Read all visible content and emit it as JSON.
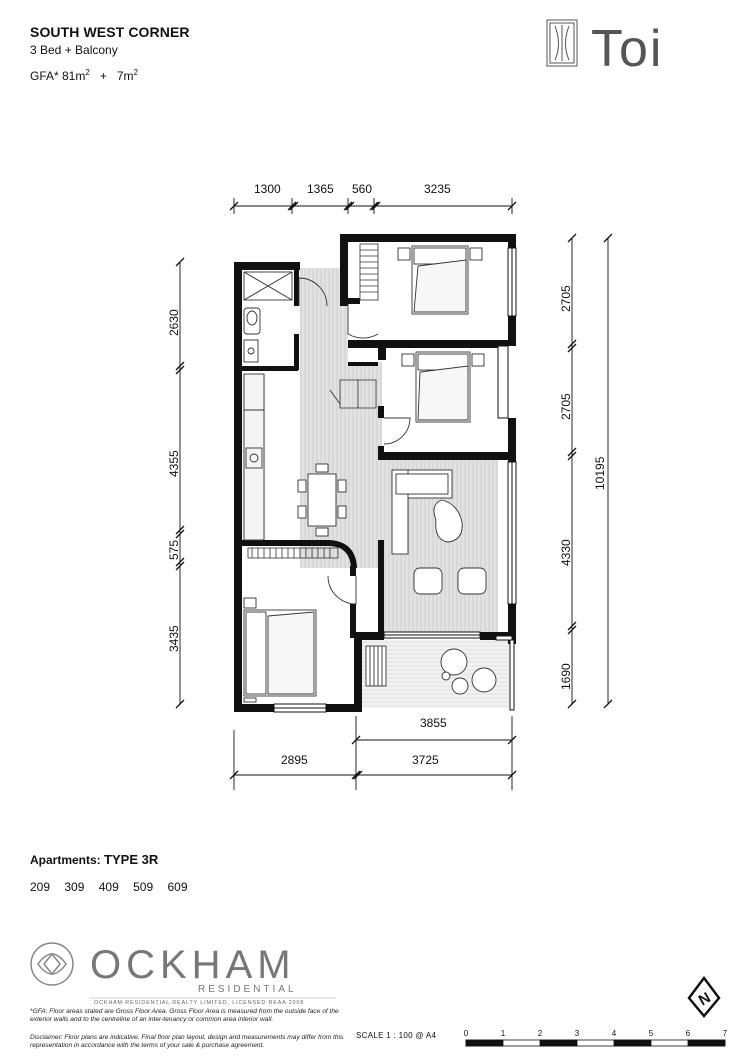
{
  "header": {
    "title": "SOUTH WEST CORNER",
    "subtitle": "3 Bed + Balcony",
    "gfa_label": "GFA* 81m",
    "gfa_plus": "+",
    "balcony_area": "7m"
  },
  "brand": {
    "name": "Toi"
  },
  "dimensions": {
    "top": [
      "1300",
      "1365",
      "560",
      "3235"
    ],
    "left": [
      "2630",
      "4355",
      "575",
      "3435"
    ],
    "right": [
      "2705",
      "2705",
      "4330",
      "1690"
    ],
    "right_total": "10195",
    "balcony_width": "3855",
    "bottom": [
      "2895",
      "3725"
    ]
  },
  "apartments": {
    "label": "Apartments:",
    "type": "TYPE 3R",
    "numbers": [
      "209",
      "309",
      "409",
      "509",
      "609"
    ]
  },
  "developer": {
    "name": "OCKHAM",
    "tagline": "RESIDENTIAL",
    "licence": "OCKHAM RESIDENTIAL REALTY LIMITED, LICENSED REAA 2008"
  },
  "disclaimer": {
    "gfa_note": "*GFA: Floor areas stated are Gross Floor Area. Gross Floor Area is measured from the outside face of the exterior walls and to the centreline of an inter-tenancy or common area interior wall.",
    "plan_note": "Disclaimer: Floor plans are indicative. Final floor plan layout, design and measurements may differ from this representation in accordance with the terms of your sale & purchase agreement."
  },
  "scale": {
    "label": "SCALE  1 : 100 @ A4",
    "ticks": [
      "0",
      "1",
      "2",
      "3",
      "4",
      "5",
      "6",
      "7"
    ]
  },
  "compass": {
    "letter": "N"
  }
}
